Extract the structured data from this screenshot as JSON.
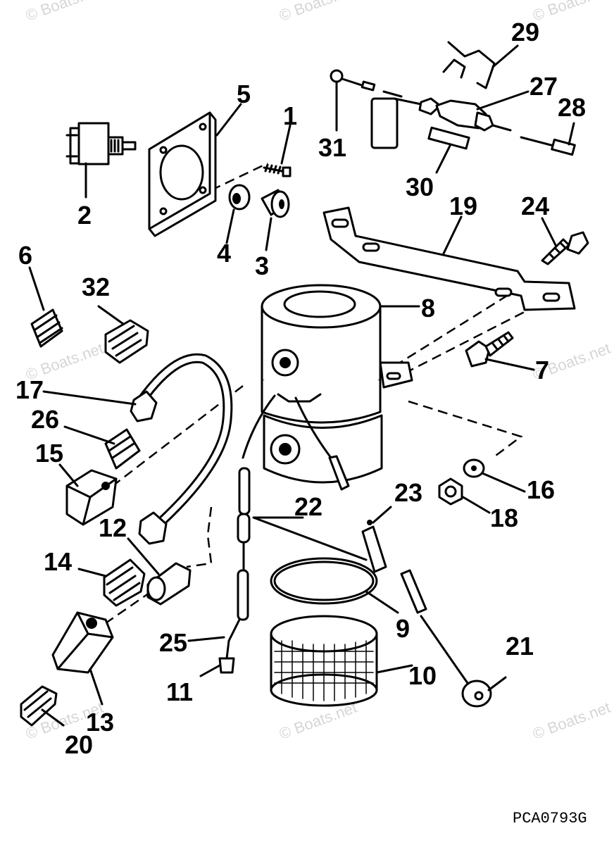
{
  "diagram": {
    "drawing_code": "PCA0793G",
    "watermark": "© Boats.net",
    "callouts": [
      {
        "id": "1",
        "label": "1"
      },
      {
        "id": "2",
        "label": "2"
      },
      {
        "id": "3",
        "label": "3"
      },
      {
        "id": "4",
        "label": "4"
      },
      {
        "id": "5",
        "label": "5"
      },
      {
        "id": "6",
        "label": "6"
      },
      {
        "id": "7",
        "label": "7"
      },
      {
        "id": "8",
        "label": "8"
      },
      {
        "id": "9",
        "label": "9"
      },
      {
        "id": "10",
        "label": "10"
      },
      {
        "id": "11",
        "label": "11"
      },
      {
        "id": "12",
        "label": "12"
      },
      {
        "id": "13",
        "label": "13"
      },
      {
        "id": "14",
        "label": "14"
      },
      {
        "id": "15",
        "label": "15"
      },
      {
        "id": "16",
        "label": "16"
      },
      {
        "id": "17",
        "label": "17"
      },
      {
        "id": "18",
        "label": "18"
      },
      {
        "id": "19",
        "label": "19"
      },
      {
        "id": "20",
        "label": "20"
      },
      {
        "id": "21",
        "label": "21"
      },
      {
        "id": "22",
        "label": "22"
      },
      {
        "id": "23",
        "label": "23"
      },
      {
        "id": "24",
        "label": "24"
      },
      {
        "id": "25",
        "label": "25"
      },
      {
        "id": "26",
        "label": "26"
      },
      {
        "id": "27",
        "label": "27"
      },
      {
        "id": "28",
        "label": "28"
      },
      {
        "id": "29",
        "label": "29"
      },
      {
        "id": "30",
        "label": "30"
      },
      {
        "id": "31",
        "label": "31"
      },
      {
        "id": "32",
        "label": "32"
      }
    ]
  }
}
